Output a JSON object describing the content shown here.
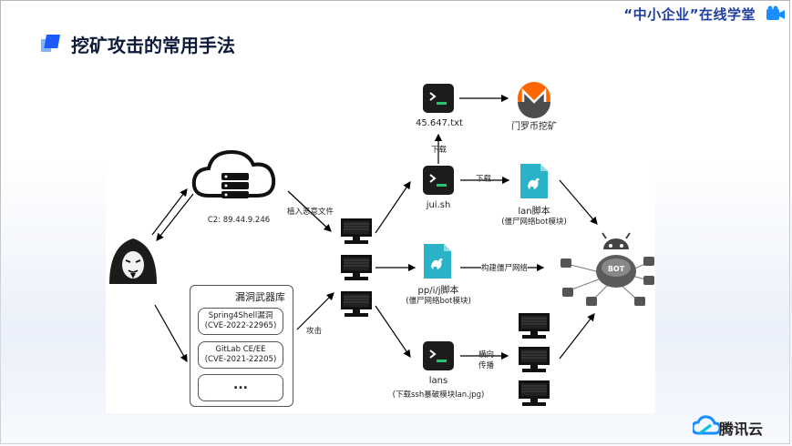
{
  "header": {
    "brand_text": "“中小企业”在线学堂",
    "brand_color": "#1f3f9f",
    "camera_icon": "video-camera-icon"
  },
  "slide": {
    "title": "挖矿攻击的常用手法",
    "title_icon": "blue-square-icon",
    "accent": "#1e6bff"
  },
  "diagram": {
    "c2_label": "C2: 89.44.9.246",
    "implant_label": "植入恶意文件",
    "vuln_lib_title": "漏洞武器库",
    "vulns": [
      {
        "name": "Spring4Shell漏洞",
        "cve": "(CVE-2022-22965)"
      },
      {
        "name": "GitLab CE/EE",
        "cve": "(CVE-2021-22205)"
      },
      {
        "name": "...",
        "cve": ""
      }
    ],
    "attack_label": "攻击",
    "txt_file_label": "45.647.txt",
    "monero_label": "门罗币挖矿",
    "download_label_1": "下载",
    "download_label_2": "下载",
    "jui_label": "jui.sh",
    "lan_label": "lan脚本",
    "lan_sub": "(僵尸网络bot模块)",
    "pp_label": "pp/i/j脚本",
    "pp_sub": "(僵尸网络bot模块)",
    "build_botnet_label": "构建僵尸网络",
    "lans_label": "lans",
    "lans_sub": "(下载ssh暴破模块lan.jpg)",
    "lateral_label_1": "横向",
    "lateral_label_2": "传播",
    "bot_text": "BOT"
  },
  "footer": {
    "company": "腾讯云",
    "logo_color": "#1a8dff"
  }
}
